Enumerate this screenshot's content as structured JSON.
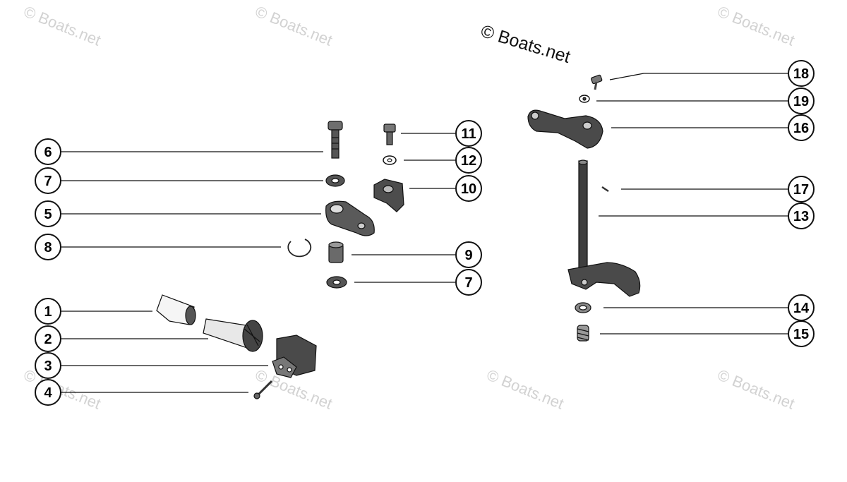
{
  "copyright": "© Boats.net",
  "watermark_text": "© Boats.net",
  "callouts": [
    {
      "id": "c6",
      "label": "6"
    },
    {
      "id": "c7a",
      "label": "7"
    },
    {
      "id": "c5",
      "label": "5"
    },
    {
      "id": "c8",
      "label": "8"
    },
    {
      "id": "c1",
      "label": "1"
    },
    {
      "id": "c2",
      "label": "2"
    },
    {
      "id": "c3",
      "label": "3"
    },
    {
      "id": "c4",
      "label": "4"
    },
    {
      "id": "c11",
      "label": "11"
    },
    {
      "id": "c12",
      "label": "12"
    },
    {
      "id": "c10",
      "label": "10"
    },
    {
      "id": "c9",
      "label": "9"
    },
    {
      "id": "c7b",
      "label": "7"
    },
    {
      "id": "c18",
      "label": "18"
    },
    {
      "id": "c19",
      "label": "19"
    },
    {
      "id": "c16",
      "label": "16"
    },
    {
      "id": "c17",
      "label": "17"
    },
    {
      "id": "c13",
      "label": "13"
    },
    {
      "id": "c14",
      "label": "14"
    },
    {
      "id": "c15",
      "label": "15"
    }
  ],
  "colors": {
    "ink": "#111111",
    "part_fill": "#6e6e6e",
    "part_dark": "#2a2a2a",
    "watermark": "#cfcfcf"
  }
}
